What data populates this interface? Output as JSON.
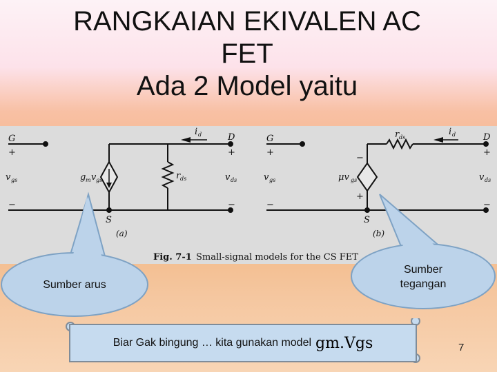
{
  "title": {
    "line1": "RANGKAIAN EKIVALEN AC",
    "line2": "FET",
    "line3": "Ada 2 Model yaitu"
  },
  "figure": {
    "caption_num": "Fig. 7-1",
    "caption_text": "Small-signal models for the CS FET",
    "circuit_a": {
      "label": "(a)",
      "G": "G",
      "D": "D",
      "S": "S",
      "id": "i",
      "id_sub": "d",
      "vgs": "v",
      "vgs_sub": "gs",
      "gm": "g",
      "gm_sub": "m",
      "gm_v": "v",
      "gm_v_sub": "gs",
      "rds": "r",
      "rds_sub": "ds",
      "vds": "v",
      "vds_sub": "ds",
      "plus": "+",
      "minus": "−"
    },
    "circuit_b": {
      "label": "(b)",
      "G": "G",
      "D": "D",
      "S": "S",
      "id": "i",
      "id_sub": "d",
      "rds": "r",
      "rds_sub": "ds",
      "vgs": "v",
      "vgs_sub": "gs",
      "mu": "μv",
      "mu_sub": "gs",
      "vds": "v",
      "vds_sub": "ds",
      "plus": "+",
      "minus": "−"
    }
  },
  "callouts": {
    "left": "Sumber arus",
    "right_line1": "Sumber",
    "right_line2": "tegangan"
  },
  "note": {
    "text": "Biar Gak bingung … kita gunakan model",
    "formula": "gm.Vgs"
  },
  "page_number": "7",
  "colors": {
    "bubble": "#bcd3ea",
    "bubble_border": "#7ea2c4",
    "figure_bg": "#dcdcdc"
  }
}
